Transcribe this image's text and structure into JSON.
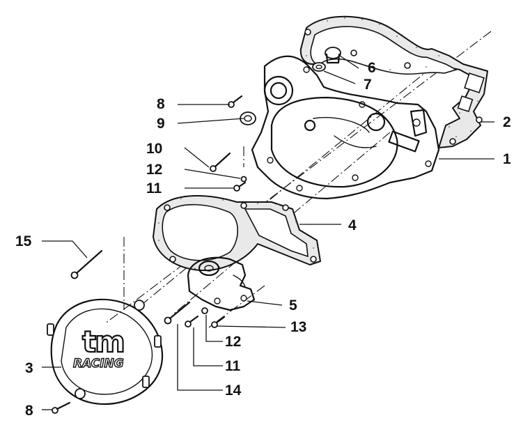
{
  "callouts": [
    {
      "id": "1",
      "label": "1"
    },
    {
      "id": "2",
      "label": "2"
    },
    {
      "id": "3",
      "label": "3"
    },
    {
      "id": "4",
      "label": "4"
    },
    {
      "id": "5",
      "label": "5"
    },
    {
      "id": "6",
      "label": "6"
    },
    {
      "id": "7",
      "label": "7"
    },
    {
      "id": "8a",
      "label": "8"
    },
    {
      "id": "8b",
      "label": "8"
    },
    {
      "id": "9",
      "label": "9"
    },
    {
      "id": "10",
      "label": "10"
    },
    {
      "id": "11a",
      "label": "11"
    },
    {
      "id": "11b",
      "label": "11"
    },
    {
      "id": "12a",
      "label": "12"
    },
    {
      "id": "12b",
      "label": "12"
    },
    {
      "id": "13",
      "label": "13"
    },
    {
      "id": "14",
      "label": "14"
    },
    {
      "id": "15",
      "label": "15"
    }
  ],
  "cover_logo": {
    "brand": "tm",
    "subtitle": "RACING"
  }
}
